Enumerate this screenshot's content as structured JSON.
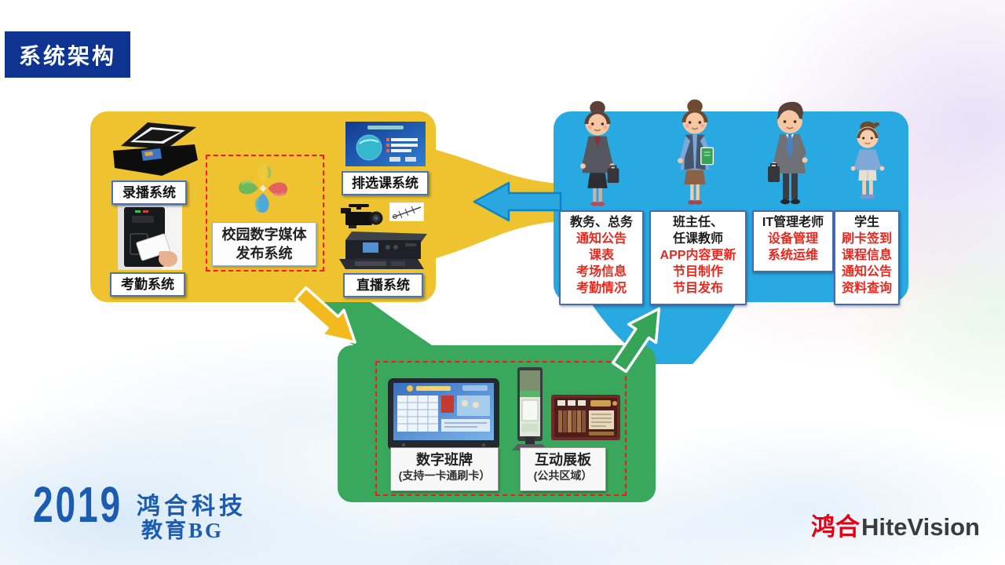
{
  "title_badge": "系统架构",
  "yellow_box": {
    "recording_label": "录播系统",
    "attendance_label": "考勤系统",
    "course_label": "排选课系统",
    "live_label": "直播系统",
    "center_label_line1": "校园数字媒体",
    "center_label_line2": "发布系统"
  },
  "blue_box": {
    "roles": [
      {
        "title_lines": [
          "教务、总务"
        ],
        "items": [
          "通知公告",
          "课表",
          "考场信息",
          "考勤情况"
        ]
      },
      {
        "title_lines": [
          "班主任、",
          "任课教师"
        ],
        "items": [
          "APP内容更新",
          "节目制作",
          "节目发布"
        ]
      },
      {
        "title_lines": [
          "IT管理老师"
        ],
        "items": [
          "设备管理",
          "系统运维"
        ]
      },
      {
        "title_lines": [
          "学生"
        ],
        "items": [
          "刷卡签到",
          "课程信息",
          "通知公告",
          "资料查询"
        ]
      }
    ]
  },
  "green_box": {
    "class_sign_label": "数字班牌",
    "class_sign_sub": "(支持一卡通刷卡）",
    "display_label": "互动展板",
    "display_sub": "(公共区域）"
  },
  "footer": {
    "year": "2019",
    "company": "鸿合科技",
    "division": "教育BG",
    "logo_cn": "鸿合",
    "logo_en": "HiteVision"
  },
  "colors": {
    "badge_blue": "#0e3390",
    "yellow_panel": "#eec32f",
    "blue_panel": "#29a9e1",
    "green_panel": "#3aa85c",
    "detail_red": "#e8281e",
    "brand_red": "#e60012",
    "brand_blue": "#1b5bb0"
  }
}
